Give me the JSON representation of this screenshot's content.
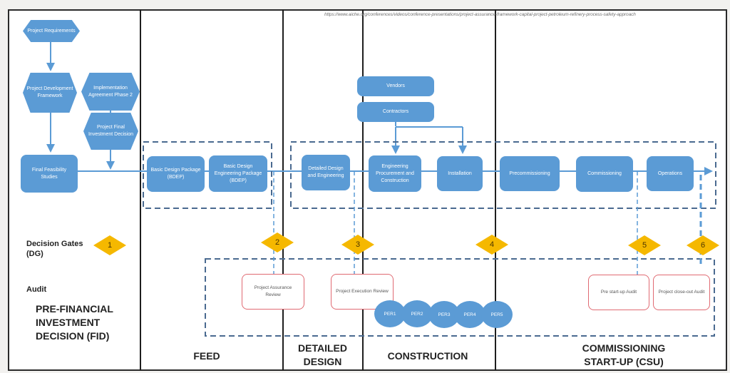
{
  "source_url": "https://www.aiche.org/conferences/videos/conference-presentations/project-assurance-framework-capital-project-petroleum-refinery-process-safety-approach",
  "colors": {
    "node_fill": "#5b9bd5",
    "gate_fill": "#f5b800",
    "audit_border": "#e06a72",
    "dashed_box": "#4a6a90",
    "connector": "#5b9bd5"
  },
  "pre_fid_nodes": {
    "project_requirements": "Project Requirements",
    "project_development_framework": "Project Development Framework",
    "implementation_agreement": "Implementation Agreement Phase 2",
    "project_final_investment_decision": "Project Final Investment Decision",
    "final_feasibility_studies": "Final Feasibility Studies"
  },
  "feed_nodes": {
    "basic_design_package": "Basic Design Package (BDEP)",
    "basic_design_engineering_package": "Basic Design Engineering Package (BDEP)"
  },
  "detailed_design_nodes": {
    "detailed_design_engineering": "Detailed Design and Engineering"
  },
  "construction_nodes": {
    "vendors": "Vendors",
    "contractors": "Contractors",
    "epc": "Engineering Procurement and Construction",
    "installation": "Installation"
  },
  "csu_nodes": {
    "precommissioning": "Precommissioning",
    "commissioning": "Commissioning",
    "operations": "Operations"
  },
  "row_labels": {
    "decision_gates": "Decision Gates (DG)",
    "audit": "Audit"
  },
  "decision_gates": [
    "1",
    "2",
    "3",
    "4",
    "5",
    "6"
  ],
  "audits": {
    "project_assurance_review": "Project Assurance Review",
    "project_execution_review": "Project Execution Review",
    "pre_startup_audit": "Pre start-up Audit",
    "project_closeout_audit": "Project close-out Audit"
  },
  "per_reviews": [
    "PER1",
    "PER2",
    "PER3",
    "PER4",
    "PER5"
  ],
  "phases": {
    "pre_fid": "PRE-FINANCIAL INVESTMENT DECISION (FID)",
    "feed": "FEED",
    "detailed_design": "DETAILED DESIGN",
    "construction": "CONSTRUCTION",
    "csu": "COMMISSIONING START-UP (CSU)"
  }
}
